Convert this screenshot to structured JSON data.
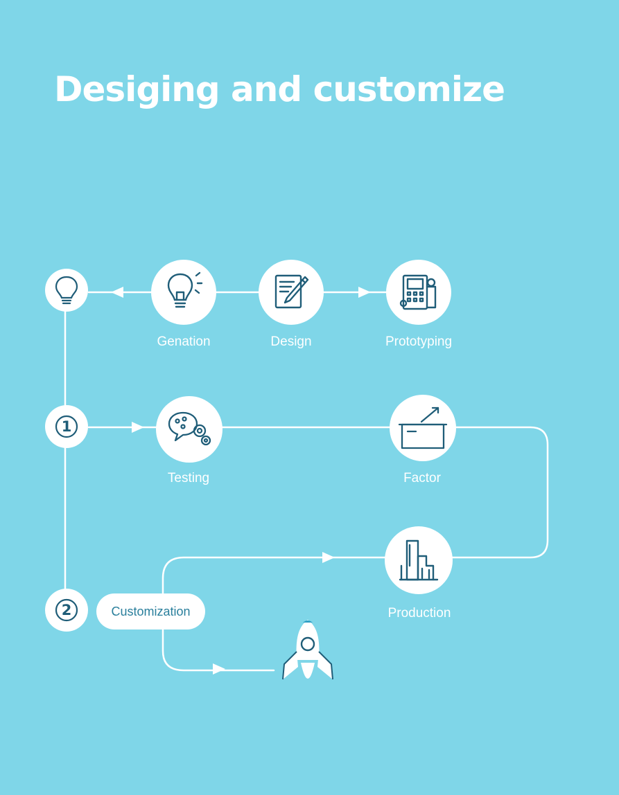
{
  "title": "Desiging and customize",
  "steps": {
    "idea": {
      "icon": "lightbulb-icon"
    },
    "genation": {
      "label": "Genation",
      "icon": "lightbulb-spark-icon"
    },
    "design": {
      "label": "Design",
      "icon": "pencil-paper-icon"
    },
    "prototyping": {
      "label": "Prototyping",
      "icon": "prototype-device-icon"
    },
    "marker1": {
      "number": "1"
    },
    "testing": {
      "label": "Testing",
      "icon": "chat-gears-icon"
    },
    "factor": {
      "label": "Factor",
      "icon": "factor-box-icon"
    },
    "marker2": {
      "number": "2"
    },
    "customization": {
      "label": "Customization"
    },
    "production": {
      "label": "Production",
      "icon": "building-icon"
    },
    "launch": {
      "icon": "rocket-icon"
    }
  },
  "colors": {
    "background": "#7fd6e8",
    "icon_stroke": "#1f5d78",
    "pill_text": "#2a7f9c"
  }
}
